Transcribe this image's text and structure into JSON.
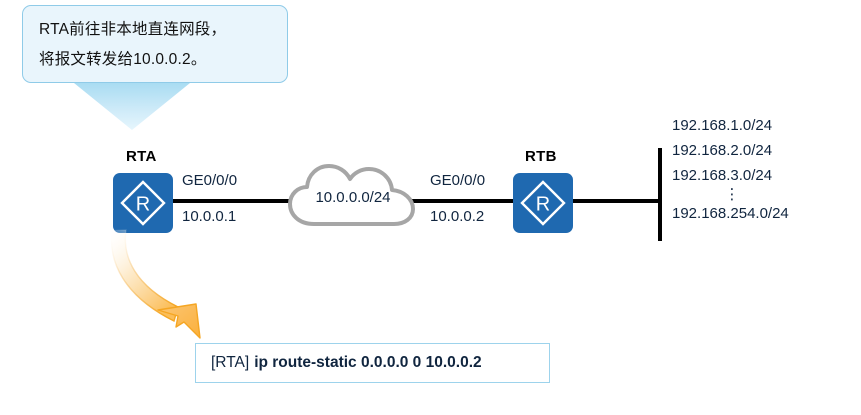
{
  "callout": {
    "line1": "RTA前往非本地直连网段，",
    "line2": "将报文转发给10.0.0.2。",
    "bg_color": "#e9f5fc",
    "border_color": "#8fcbe8"
  },
  "devices": [
    {
      "name": "RTA",
      "icon": "router-icon",
      "interface": "GE0/0/0",
      "ip": "10.0.0.1"
    },
    {
      "name": "RTB",
      "icon": "router-icon",
      "interface": "GE0/0/0",
      "ip": "10.0.0.2"
    }
  ],
  "cloud": {
    "label": "10.0.0.0/24",
    "outline_color": "#a6a6a6"
  },
  "networks": [
    "192.168.1.0/24",
    "192.168.2.0/24",
    "192.168.3.0/24",
    "192.168.254.0/24"
  ],
  "networks_ellipsis": "⋮",
  "command": {
    "prompt": "[RTA]",
    "text": "ip route-static 0.0.0.0 0 10.0.0.2",
    "border_color": "#9dd3ec"
  },
  "colors": {
    "router_blue": "#1f69b0",
    "wire_black": "#000000",
    "arrow_orange": "#f5a623",
    "text_dark": "#10253f"
  }
}
